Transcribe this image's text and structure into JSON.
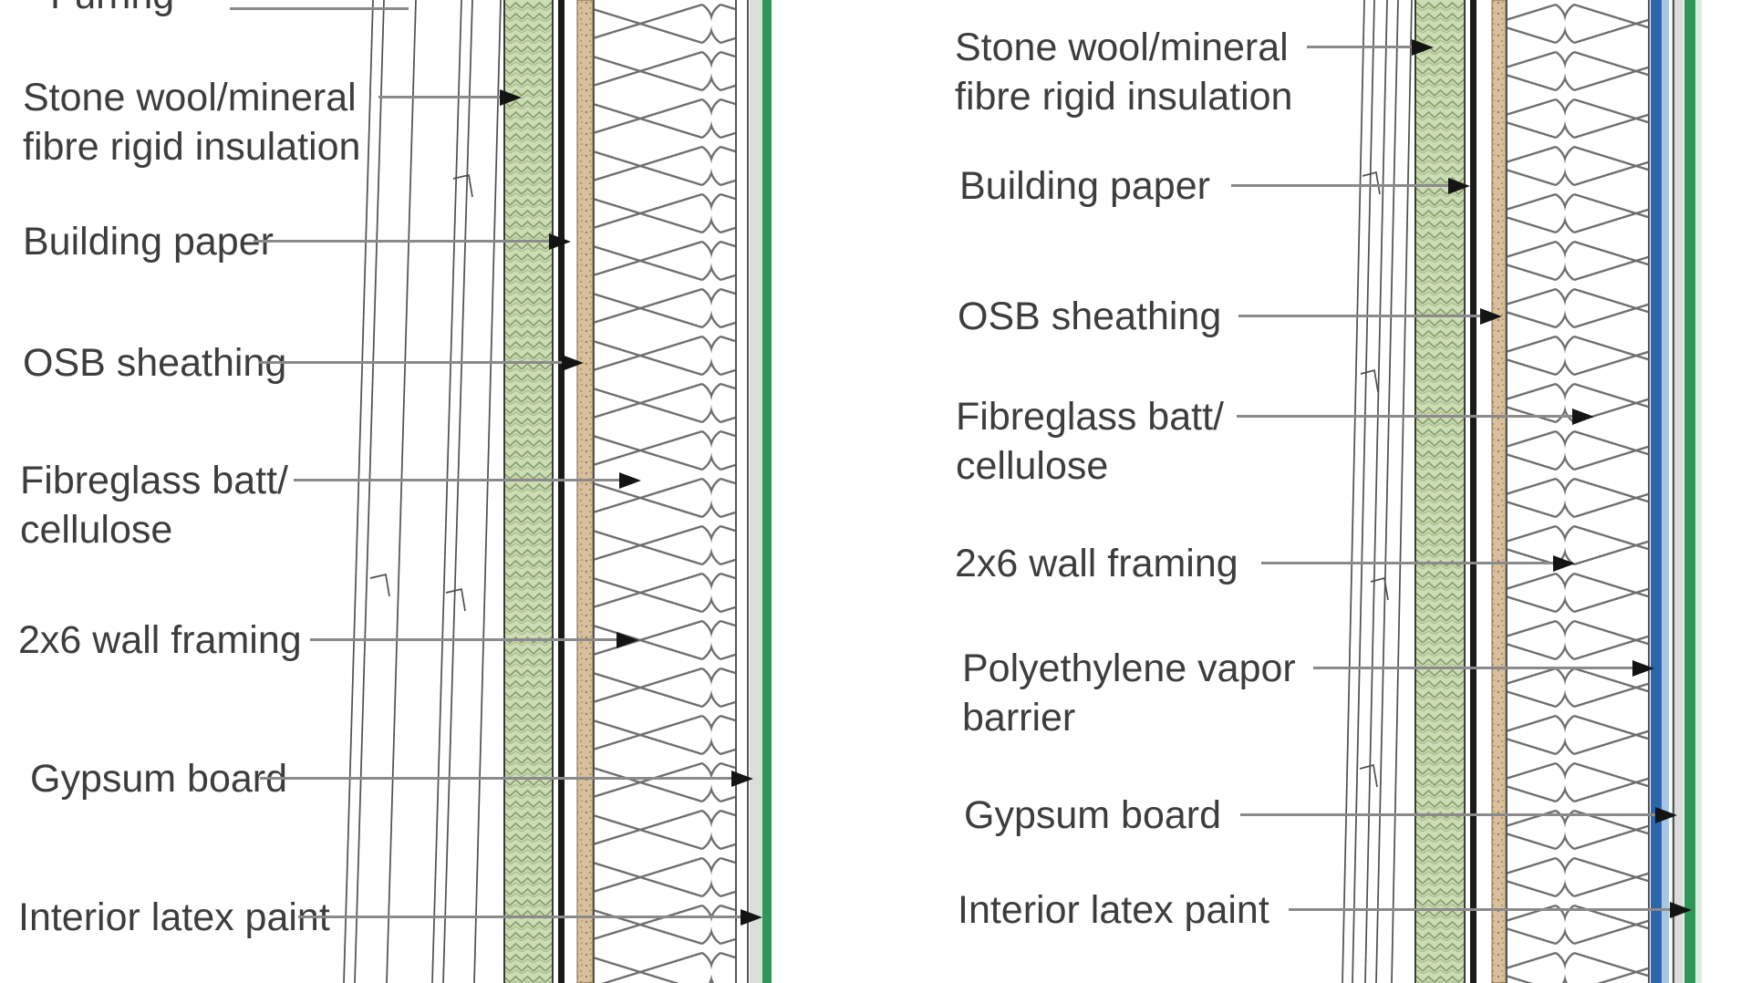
{
  "left_panel": {
    "partial_top_label": {
      "text": "Furring"
    },
    "labels": [
      {
        "text": "Stone wool/mineral\nfibre rigid insulation"
      },
      {
        "text": "Building paper"
      },
      {
        "text": "OSB sheathing"
      },
      {
        "text": "Fibreglass batt/\ncellulose"
      },
      {
        "text": "2x6 wall framing"
      },
      {
        "text": "Gypsum board"
      },
      {
        "text": "Interior latex paint"
      }
    ]
  },
  "right_panel": {
    "labels": [
      {
        "text": "Stone wool/mineral\nfibre rigid insulation"
      },
      {
        "text": "Building paper"
      },
      {
        "text": "OSB sheathing"
      },
      {
        "text": "Fibreglass batt/\ncellulose"
      },
      {
        "text": "2x6 wall framing"
      },
      {
        "text": "Polyethylene vapor\nbarrier"
      },
      {
        "text": "Gypsum board"
      },
      {
        "text": "Interior latex paint"
      }
    ]
  },
  "colors": {
    "text": "#3d3d3d",
    "leader_line": "#8a8a8a",
    "arrowhead": "#141414",
    "rigid_insulation_green": "#ccdcb5",
    "rigid_insulation_hatch": "#8ba06e",
    "building_paper_black": "#1a1a1a",
    "osb_tan": "#d9c09c",
    "batt_loop_gray": "#6e6e6e",
    "gypsum_gray": "#dcdcdc",
    "paint_green": "#2e9659",
    "poly_vapor_blue": "#2b66ad"
  }
}
